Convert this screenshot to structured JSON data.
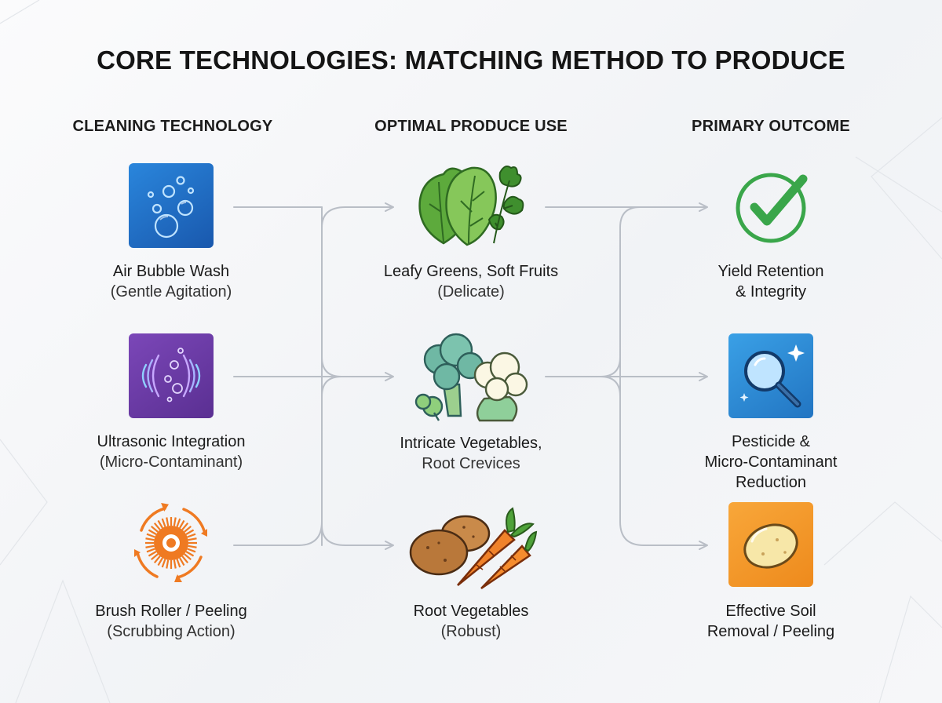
{
  "title": "CORE TECHNOLOGIES: MATCHING METHOD TO PRODUCE",
  "columns": [
    {
      "header": "CLEANING TECHNOLOGY"
    },
    {
      "header": "OPTIMAL PRODUCE USE"
    },
    {
      "header": "PRIMARY OUTCOME"
    }
  ],
  "technologies": [
    {
      "line1": "Air Bubble Wash",
      "line2": "(Gentle Agitation)",
      "icon": "bubbles-icon",
      "color": "#1f6fc4"
    },
    {
      "line1": "Ultrasonic Integration",
      "line2": "(Micro-Contaminant)",
      "icon": "sound-waves-icon",
      "color": "#6a3aa0"
    },
    {
      "line1": "Brush Roller / Peeling",
      "line2": "(Scrubbing Action)",
      "icon": "brush-roller-icon",
      "color": "#ef7a22"
    }
  ],
  "produce": [
    {
      "line1": "Leafy Greens, Soft Fruits",
      "line2": "(Delicate)",
      "icon": "leafy-greens-icon"
    },
    {
      "line1": "Intricate Vegetables,",
      "line2": "Root Crevices",
      "icon": "broccoli-cauliflower-icon"
    },
    {
      "line1": "Root Vegetables",
      "line2": "(Robust)",
      "icon": "potato-carrot-icon"
    }
  ],
  "outcomes": [
    {
      "lines": [
        "Yield Retention",
        "& Integrity"
      ],
      "icon": "checkmark-icon",
      "color": "#3aa64a"
    },
    {
      "lines": [
        "Pesticide &",
        "Micro-Contaminant",
        "Reduction"
      ],
      "icon": "magnifier-icon",
      "color": "#2f8fd6"
    },
    {
      "lines": [
        "Effective Soil",
        "Removal / Peeling"
      ],
      "icon": "potato-icon",
      "color": "#f29a25"
    }
  ],
  "connector_color": "#b9bec6"
}
